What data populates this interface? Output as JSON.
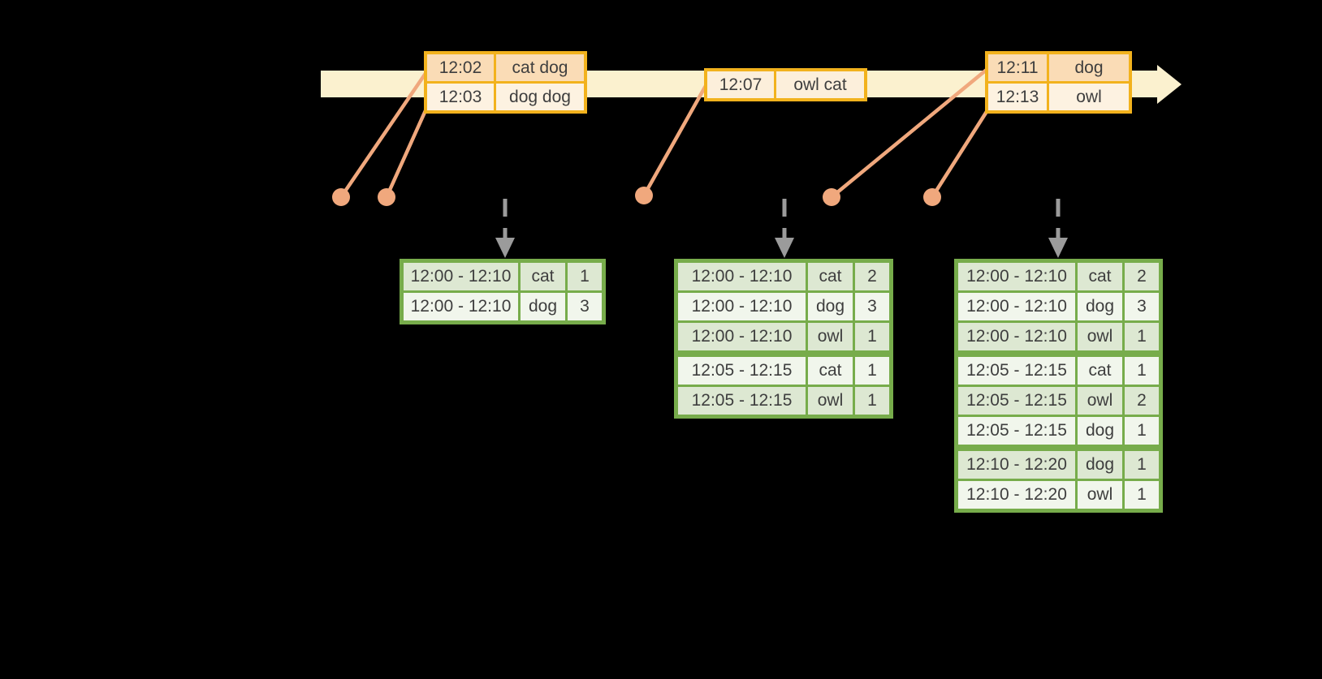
{
  "colors": {
    "background": "#000000",
    "timeline_band": "#FBF1CF",
    "event_border": "#F2B21D",
    "event_row_dark": "#FADCB6",
    "event_row_light": "#FDF2E1",
    "event_row_mid": "#FCEFDB",
    "marker": "#F0A87D",
    "trigger_arrow": "#9B9B9B",
    "result_border": "#77AC4B",
    "result_row_dark": "#DDE8D2",
    "result_row_light": "#F1F6EC",
    "text": "#3E3E3E"
  },
  "icons": {
    "timeline_arrowhead": "right-arrowhead",
    "event_marker": "filled-circle",
    "trigger_arrow": "dashed-down-arrow"
  },
  "event_tables": [
    {
      "rows": [
        {
          "time": "12:02",
          "words": "cat dog"
        },
        {
          "time": "12:03",
          "words": "dog dog"
        }
      ]
    },
    {
      "rows": [
        {
          "time": "12:07",
          "words": "owl cat"
        }
      ]
    },
    {
      "rows": [
        {
          "time": "12:11",
          "words": "dog"
        },
        {
          "time": "12:13",
          "words": "owl"
        }
      ]
    }
  ],
  "result_tables": [
    {
      "rows": [
        {
          "window": "12:00 - 12:10",
          "word": "cat",
          "count": "1"
        },
        {
          "window": "12:00 - 12:10",
          "word": "dog",
          "count": "3"
        }
      ]
    },
    {
      "rows": [
        {
          "window": "12:00 - 12:10",
          "word": "cat",
          "count": "2"
        },
        {
          "window": "12:00 - 12:10",
          "word": "dog",
          "count": "3"
        },
        {
          "window": "12:00 - 12:10",
          "word": "owl",
          "count": "1"
        },
        {
          "window": "12:05 - 12:15",
          "word": "cat",
          "count": "1"
        },
        {
          "window": "12:05 - 12:15",
          "word": "owl",
          "count": "1"
        }
      ]
    },
    {
      "rows": [
        {
          "window": "12:00 - 12:10",
          "word": "cat",
          "count": "2"
        },
        {
          "window": "12:00 - 12:10",
          "word": "dog",
          "count": "3"
        },
        {
          "window": "12:00 - 12:10",
          "word": "owl",
          "count": "1"
        },
        {
          "window": "12:05 - 12:15",
          "word": "cat",
          "count": "1"
        },
        {
          "window": "12:05 - 12:15",
          "word": "owl",
          "count": "2"
        },
        {
          "window": "12:05 - 12:15",
          "word": "dog",
          "count": "1"
        },
        {
          "window": "12:10 - 12:20",
          "word": "dog",
          "count": "1"
        },
        {
          "window": "12:10 - 12:20",
          "word": "owl",
          "count": "1"
        }
      ]
    }
  ]
}
